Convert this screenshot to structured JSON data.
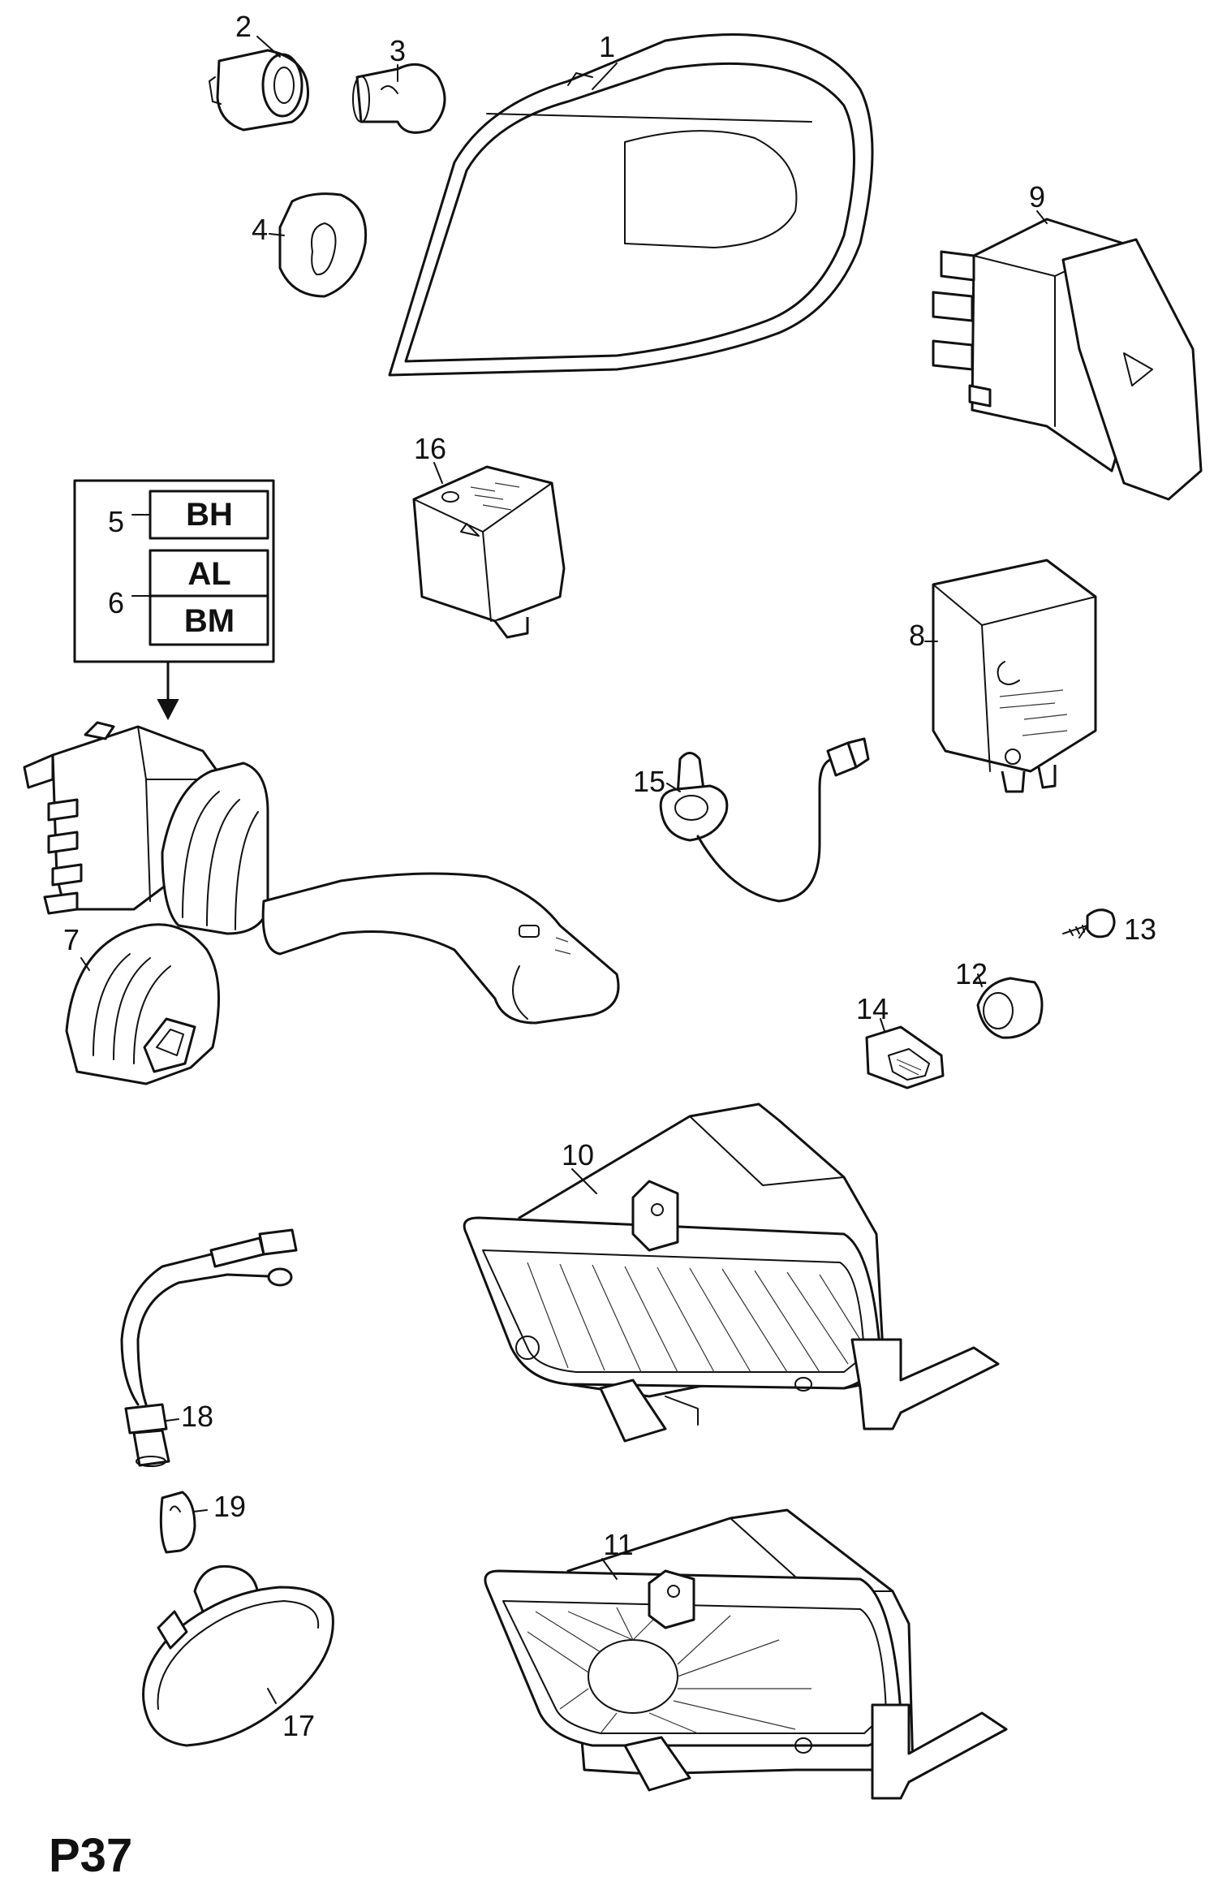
{
  "page_id": "P37",
  "callouts": [
    "1",
    "2",
    "3",
    "4",
    "5",
    "6",
    "7",
    "8",
    "9",
    "10",
    "11",
    "12",
    "13",
    "14",
    "15",
    "16",
    "17",
    "18",
    "19"
  ],
  "codes": {
    "five": "BH",
    "six_top": "AL",
    "six_bottom": "BM"
  }
}
